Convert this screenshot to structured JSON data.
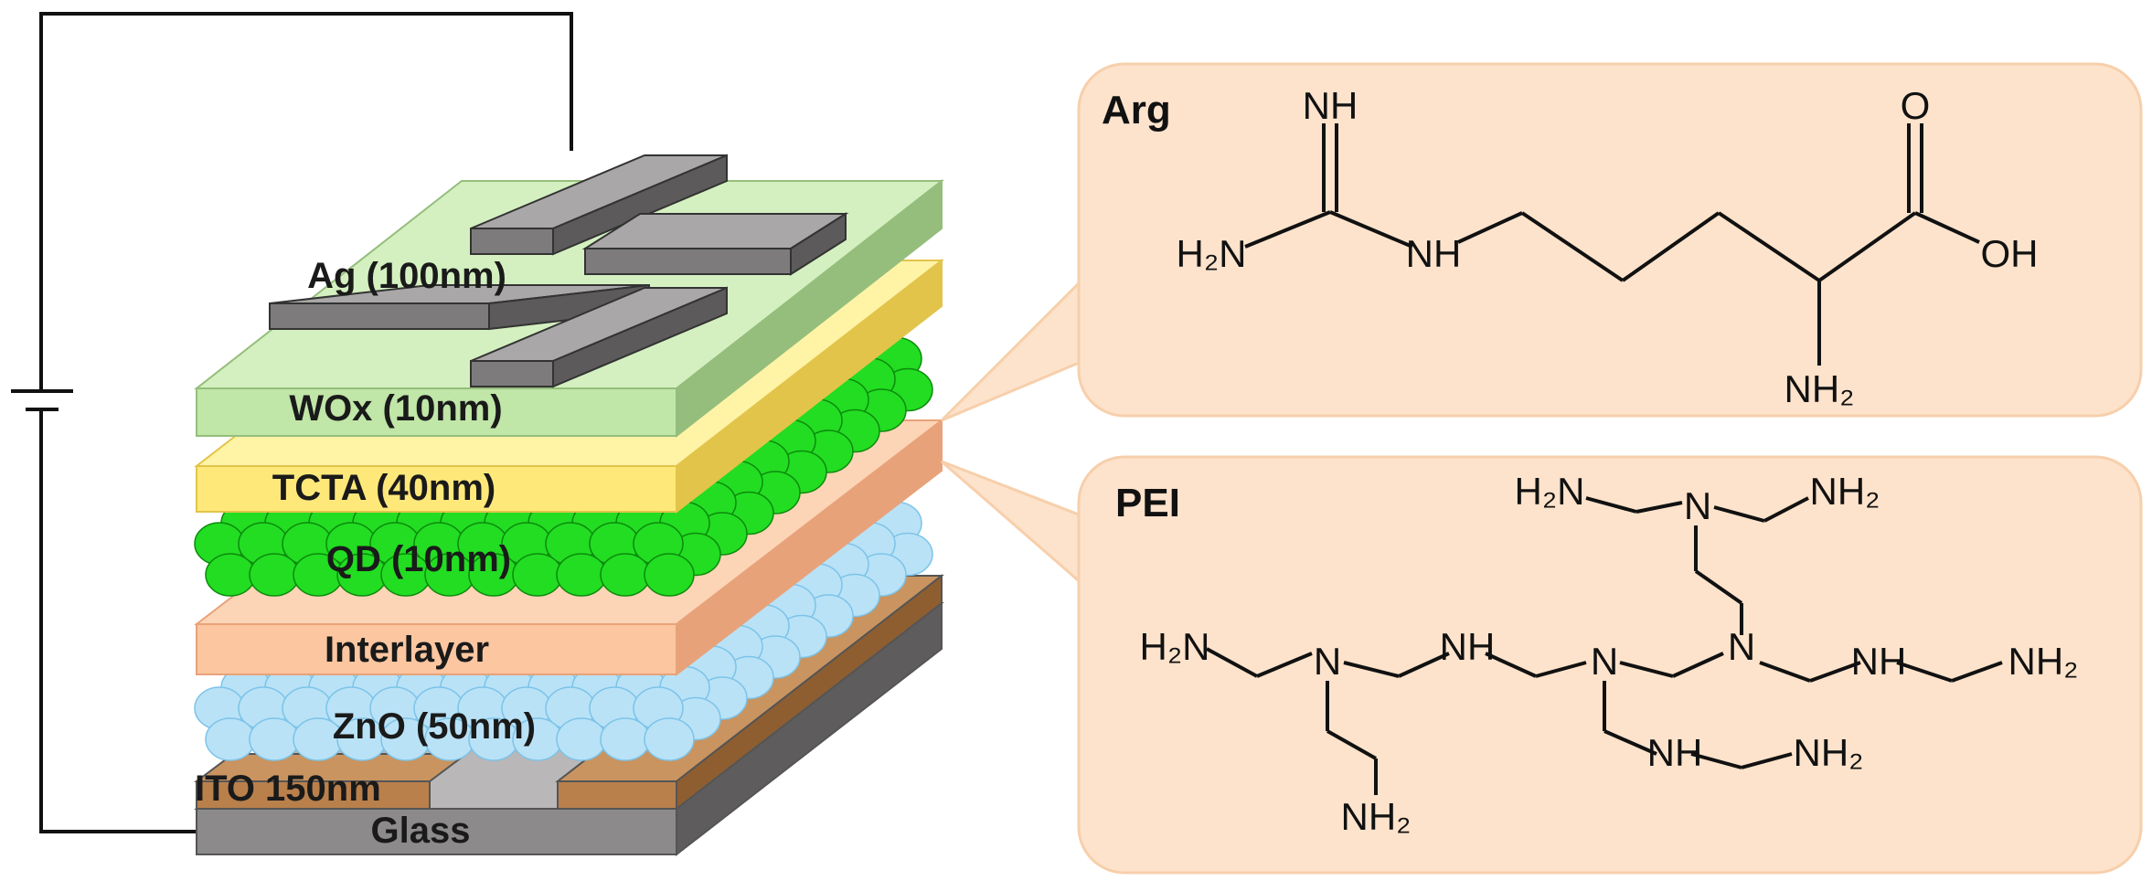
{
  "colors": {
    "glass_front": "#8c8a8b",
    "glass_top": "#b9b7b8",
    "glass_side": "#5e5c5d",
    "ito_front": "#b9804c",
    "ito_top": "#c99460",
    "ito_side": "#8f5e30",
    "zno": "#b9e2f7",
    "zno_edge": "#7cc3e8",
    "interlayer_front": "#fbc6a0",
    "interlayer_top": "#fcd4b6",
    "interlayer_side": "#e8a27a",
    "qd": "#22dd22",
    "qd_edge": "#0c8a0c",
    "tcta_front": "#ffe87a",
    "tcta_top": "#fff3a6",
    "tcta_side": "#e2c44a",
    "wox_front": "#c0e6a8",
    "wox_top": "#d4f0c0",
    "wox_side": "#95be7c",
    "ag_front": "#7d7b7c",
    "ag_top": "#a9a7a8",
    "ag_side": "#5c5a5b",
    "panel_fill": "#fde3cc",
    "panel_stroke": "#f7cfab"
  },
  "device": {
    "layers": [
      {
        "id": "glass",
        "label": "Glass"
      },
      {
        "id": "ito",
        "label": "ITO 150nm"
      },
      {
        "id": "zno",
        "label": "ZnO (50nm)"
      },
      {
        "id": "interlayer",
        "label": "Interlayer"
      },
      {
        "id": "qd",
        "label": "QD (10nm)"
      },
      {
        "id": "tcta",
        "label": "TCTA (40nm)"
      },
      {
        "id": "wox",
        "label": "WOx (10nm)"
      },
      {
        "id": "ag",
        "label": "Ag (100nm)"
      }
    ]
  },
  "panels": {
    "arg": {
      "title": "Arg",
      "atoms": {
        "imine": "NH",
        "amine_left": "H₂N",
        "nh_chain": "NH",
        "carbonyl_o": "O",
        "hydroxyl": "OH",
        "alpha_amine": "NH₂"
      }
    },
    "pei": {
      "title": "PEI",
      "atoms": {
        "n_top": "N",
        "nh2_top_left": "H₂N",
        "nh2_top_right": "NH₂",
        "nh2_left": "H₂N",
        "n_left": "N",
        "nh_left": "NH",
        "n_center": "N",
        "n_right": "N",
        "nh_right": "NH",
        "nh2_right": "NH₂",
        "nh_bottom": "NH",
        "nh2_bottom_right": "NH₂",
        "nh2_bottom_left": "NH₂"
      }
    }
  }
}
